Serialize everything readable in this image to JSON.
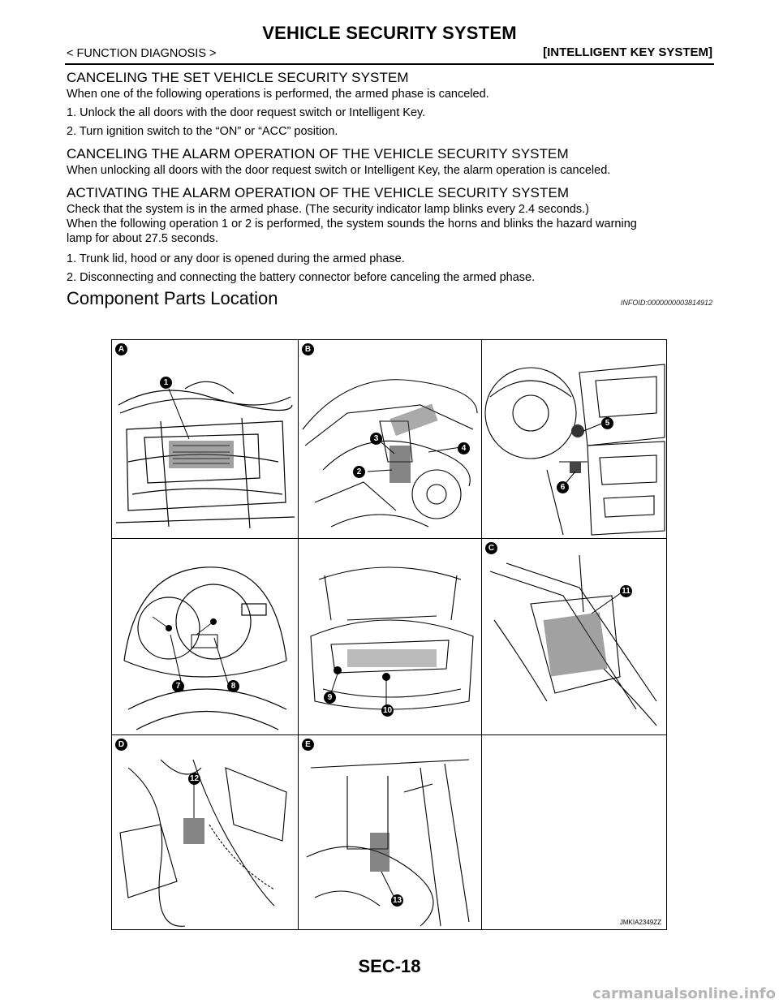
{
  "header": {
    "title": "VEHICLE SECURITY SYSTEM",
    "left": "< FUNCTION DIAGNOSIS >",
    "right": "[INTELLIGENT KEY SYSTEM]"
  },
  "sections": {
    "cancel_set": {
      "heading": "CANCELING THE SET VEHICLE SECURITY SYSTEM",
      "intro": "When one of the following operations is performed, the armed phase is canceled.",
      "steps": [
        "1.   Unlock the all doors with the door request switch or Intelligent Key.",
        "2.   Turn ignition switch to the “ON” or “ACC” position."
      ]
    },
    "cancel_alarm": {
      "heading": "CANCELING THE ALARM OPERATION OF THE VEHICLE SECURITY SYSTEM",
      "body": "When unlocking all doors with the door request switch or Intelligent Key, the alarm operation is canceled."
    },
    "activate_alarm": {
      "heading": "ACTIVATING THE ALARM OPERATION OF THE VEHICLE SECURITY SYSTEM",
      "body_line1": "Check that the system is in the armed phase. (The security indicator lamp blinks every 2.4 seconds.)",
      "body_line2": "When the following operation 1 or 2 is performed, the system sounds the horns and blinks the hazard warning",
      "body_line3": "lamp for about 27.5 seconds.",
      "steps": [
        "1.   Trunk lid, hood or any door is opened during the armed phase.",
        "2.   Disconnecting and connecting the battery connector before canceling the armed phase."
      ]
    }
  },
  "component": {
    "heading": "Component Parts Location",
    "infoid": "INFOID:0000000003814912"
  },
  "figure": {
    "panel_letters": [
      "A",
      "B",
      "C",
      "D",
      "E"
    ],
    "callouts": [
      "1",
      "2",
      "3",
      "4",
      "5",
      "6",
      "7",
      "8",
      "9",
      "10",
      "11",
      "12",
      "13"
    ],
    "code": "JMKIA2349ZZ"
  },
  "footer": {
    "page_number": "SEC-18",
    "watermark": "carmanualsonline.info"
  }
}
